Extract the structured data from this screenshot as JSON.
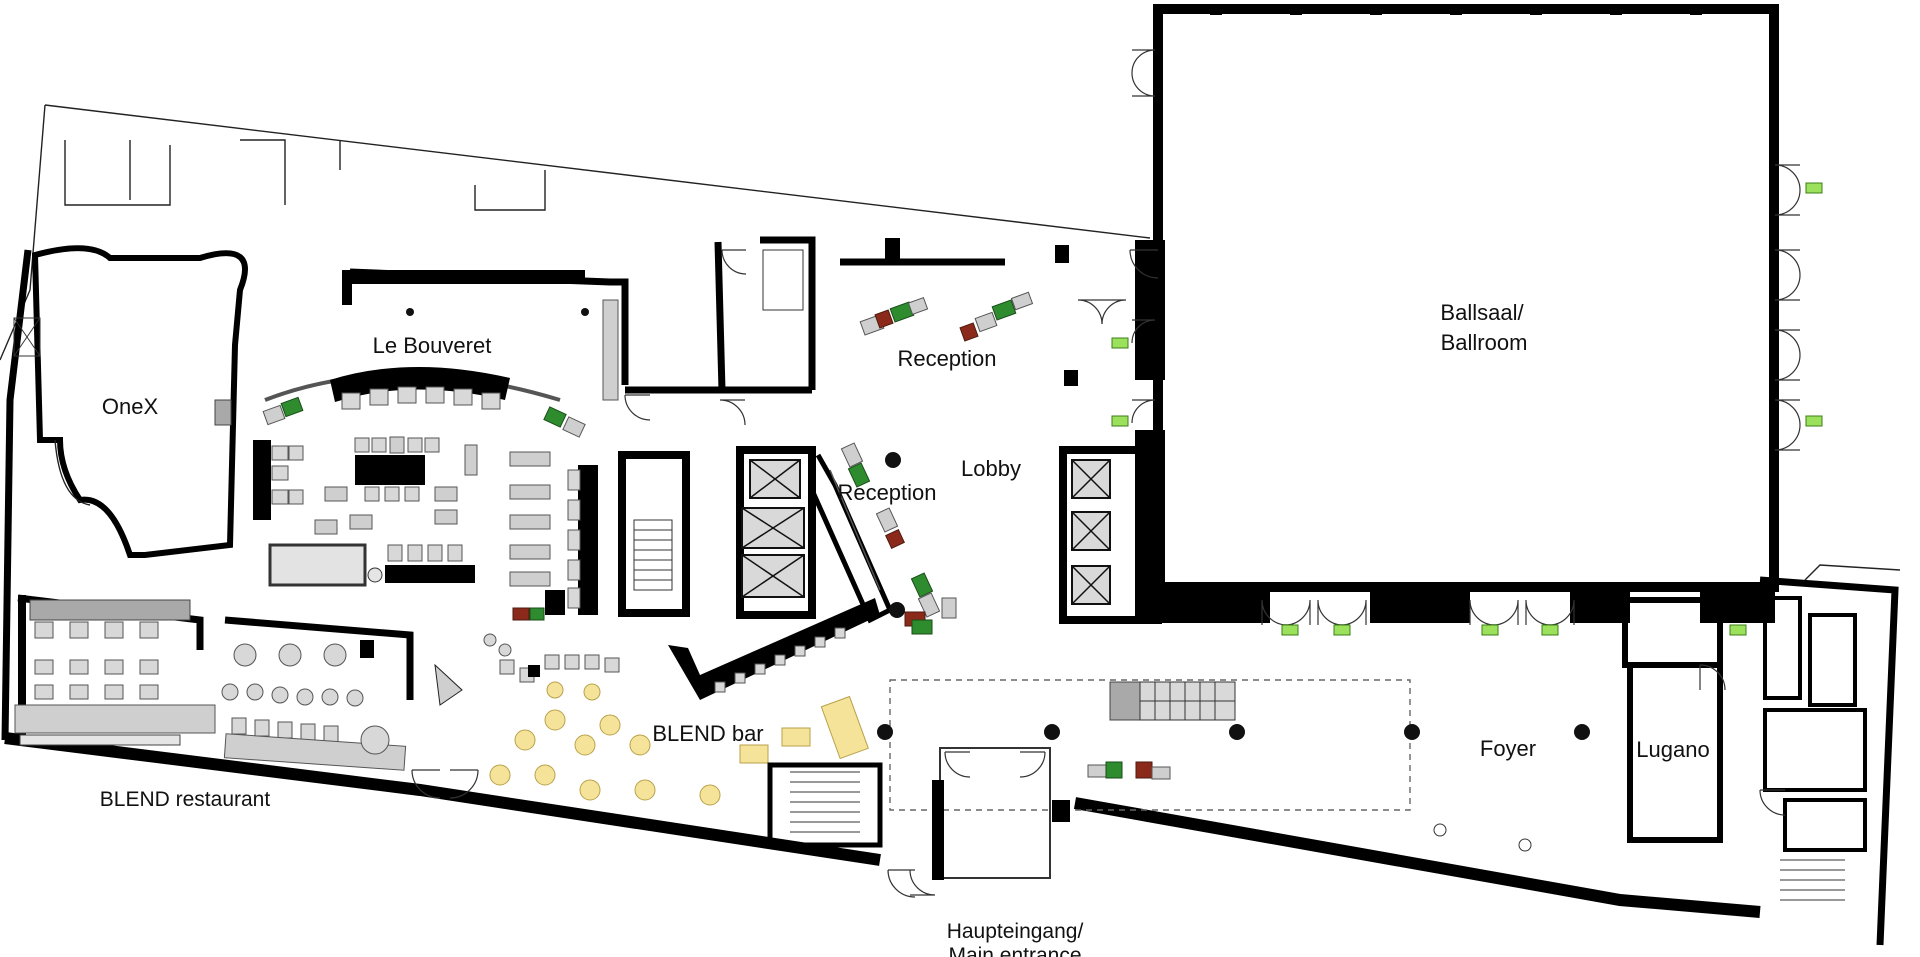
{
  "rooms": {
    "onex": "OneX",
    "le_bouveret": "Le Bouveret",
    "reception_top": "Reception",
    "reception_mid": "Reception",
    "lobby": "Lobby",
    "ballsaal_line1": "Ballsaal/",
    "ballsaal_line2": "Ballroom",
    "blend_bar": "BLEND bar",
    "blend_restaurant": "BLEND restaurant",
    "foyer": "Foyer",
    "lugano": "Lugano",
    "entrance_line1": "Haupteingang/",
    "entrance_line2": "Main entrance"
  },
  "colors": {
    "wall": "#000000",
    "furniture": "#cfcfcf",
    "accent_green": "#2e8b2e",
    "accent_red": "#8b2a1a",
    "table_yellow": "#f5e39a",
    "exit_sign": "#9be15c"
  }
}
